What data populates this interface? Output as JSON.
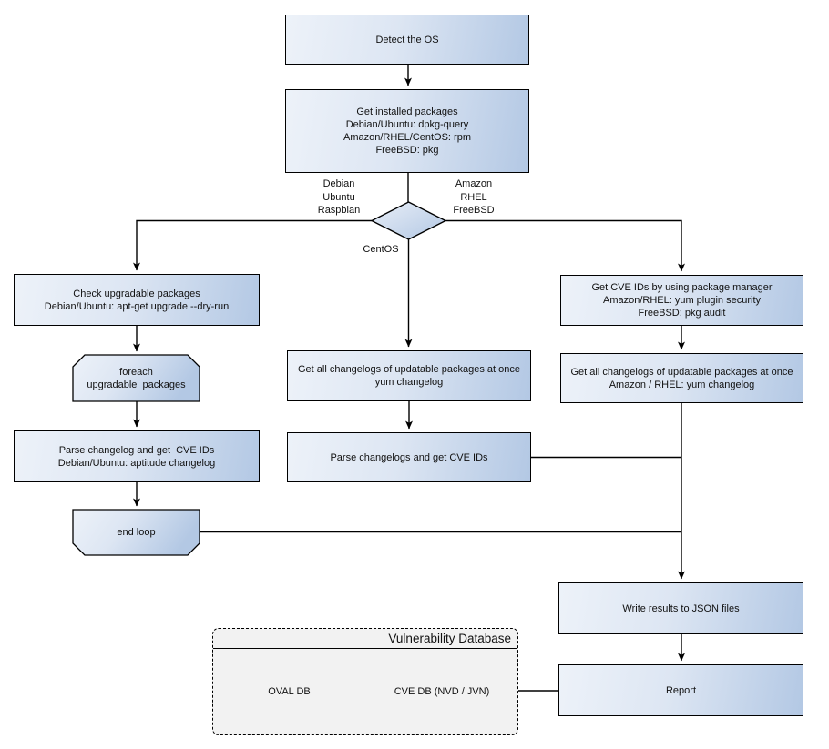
{
  "diagram": {
    "nodes": {
      "detect_os": "Detect the OS",
      "get_installed": "Get installed packages\nDebian/Ubuntu: dpkg-query\nAmazon/RHEL/CentOS: rpm\nFreeBSD: pkg",
      "check_upgradable": "Check upgradable packages\nDebian/Ubuntu: apt-get upgrade --dry-run",
      "foreach_loop": "foreach\nupgradable  packages",
      "parse_changelog": "Parse changelog and get  CVE IDs\nDebian/Ubuntu: aptitude changelog",
      "end_loop": "end loop",
      "get_changelogs_centos": "Get all changelogs of updatable packages at once\nyum changelog",
      "parse_changelogs": "Parse changelogs and get CVE IDs",
      "get_cve_ids": "Get CVE IDs by using package manager\nAmazon/RHEL: yum plugin security\nFreeBSD: pkg audit",
      "get_changelogs_yum": "Get all changelogs of updatable packages at once\nAmazon / RHEL: yum changelog",
      "write_results": "Write results to JSON files",
      "report": "Report"
    },
    "branch_labels": {
      "left": "Debian\nUbuntu\nRaspbian",
      "right": "Amazon\nRHEL\nFreeBSD",
      "bottom": "CentOS"
    },
    "database": {
      "title": "Vulnerability Database",
      "cylinders": {
        "oval": "OVAL DB",
        "cve": "CVE DB (NVD / JVN)"
      }
    },
    "colors": {
      "node_fill_light": "#edf2f9",
      "node_fill_dark": "#b3c8e4",
      "node_stroke": "#000000",
      "panel_fill": "#f2f2f2",
      "line": "#000000"
    }
  }
}
